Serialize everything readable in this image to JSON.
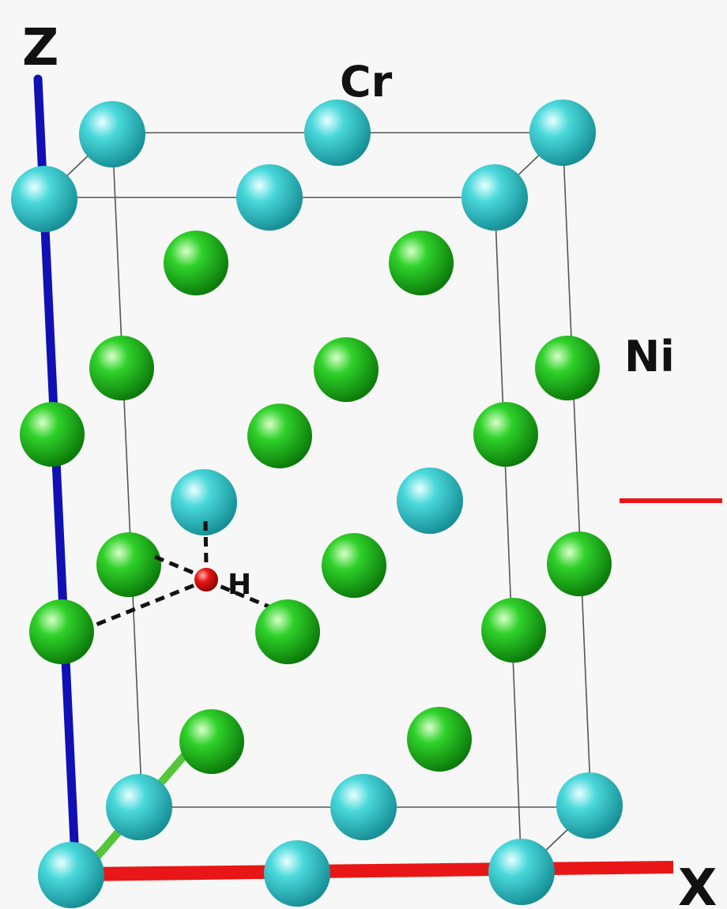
{
  "labels": {
    "z_axis": "Z",
    "x_axis": "X",
    "cr": "Cr",
    "ni": "Ni",
    "h": "H"
  },
  "colors": {
    "cr_atom": "#3fd3d6",
    "ni_atom": "#22c41e",
    "h_atom": "#e81515",
    "z_axis": "#1010b4",
    "x_axis": "#e81616",
    "y_axis": "#54c63a",
    "cell_edge": "#555555",
    "interaction_bond": "#111111",
    "background": "#f7f7f7"
  }
}
